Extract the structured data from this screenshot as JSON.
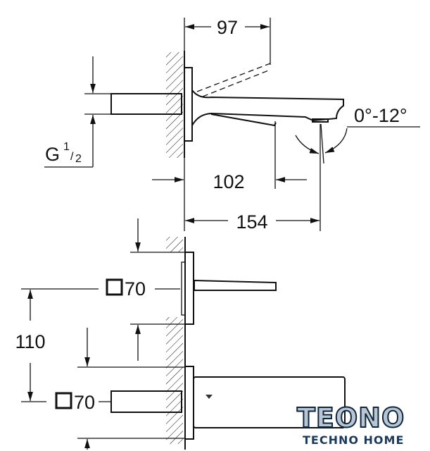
{
  "top_view": {
    "dim_97": "97",
    "dim_102": "102",
    "dim_154": "154",
    "angle": "0°-12°",
    "thread_g": "G",
    "thread_num": "1",
    "thread_den": "2"
  },
  "front_view": {
    "dim_110": "110",
    "square_upper": "70",
    "square_lower": "70"
  },
  "logo": {
    "name": "TEONO",
    "tagline": "TECHNO HOME",
    "color": "#1a4f86"
  }
}
